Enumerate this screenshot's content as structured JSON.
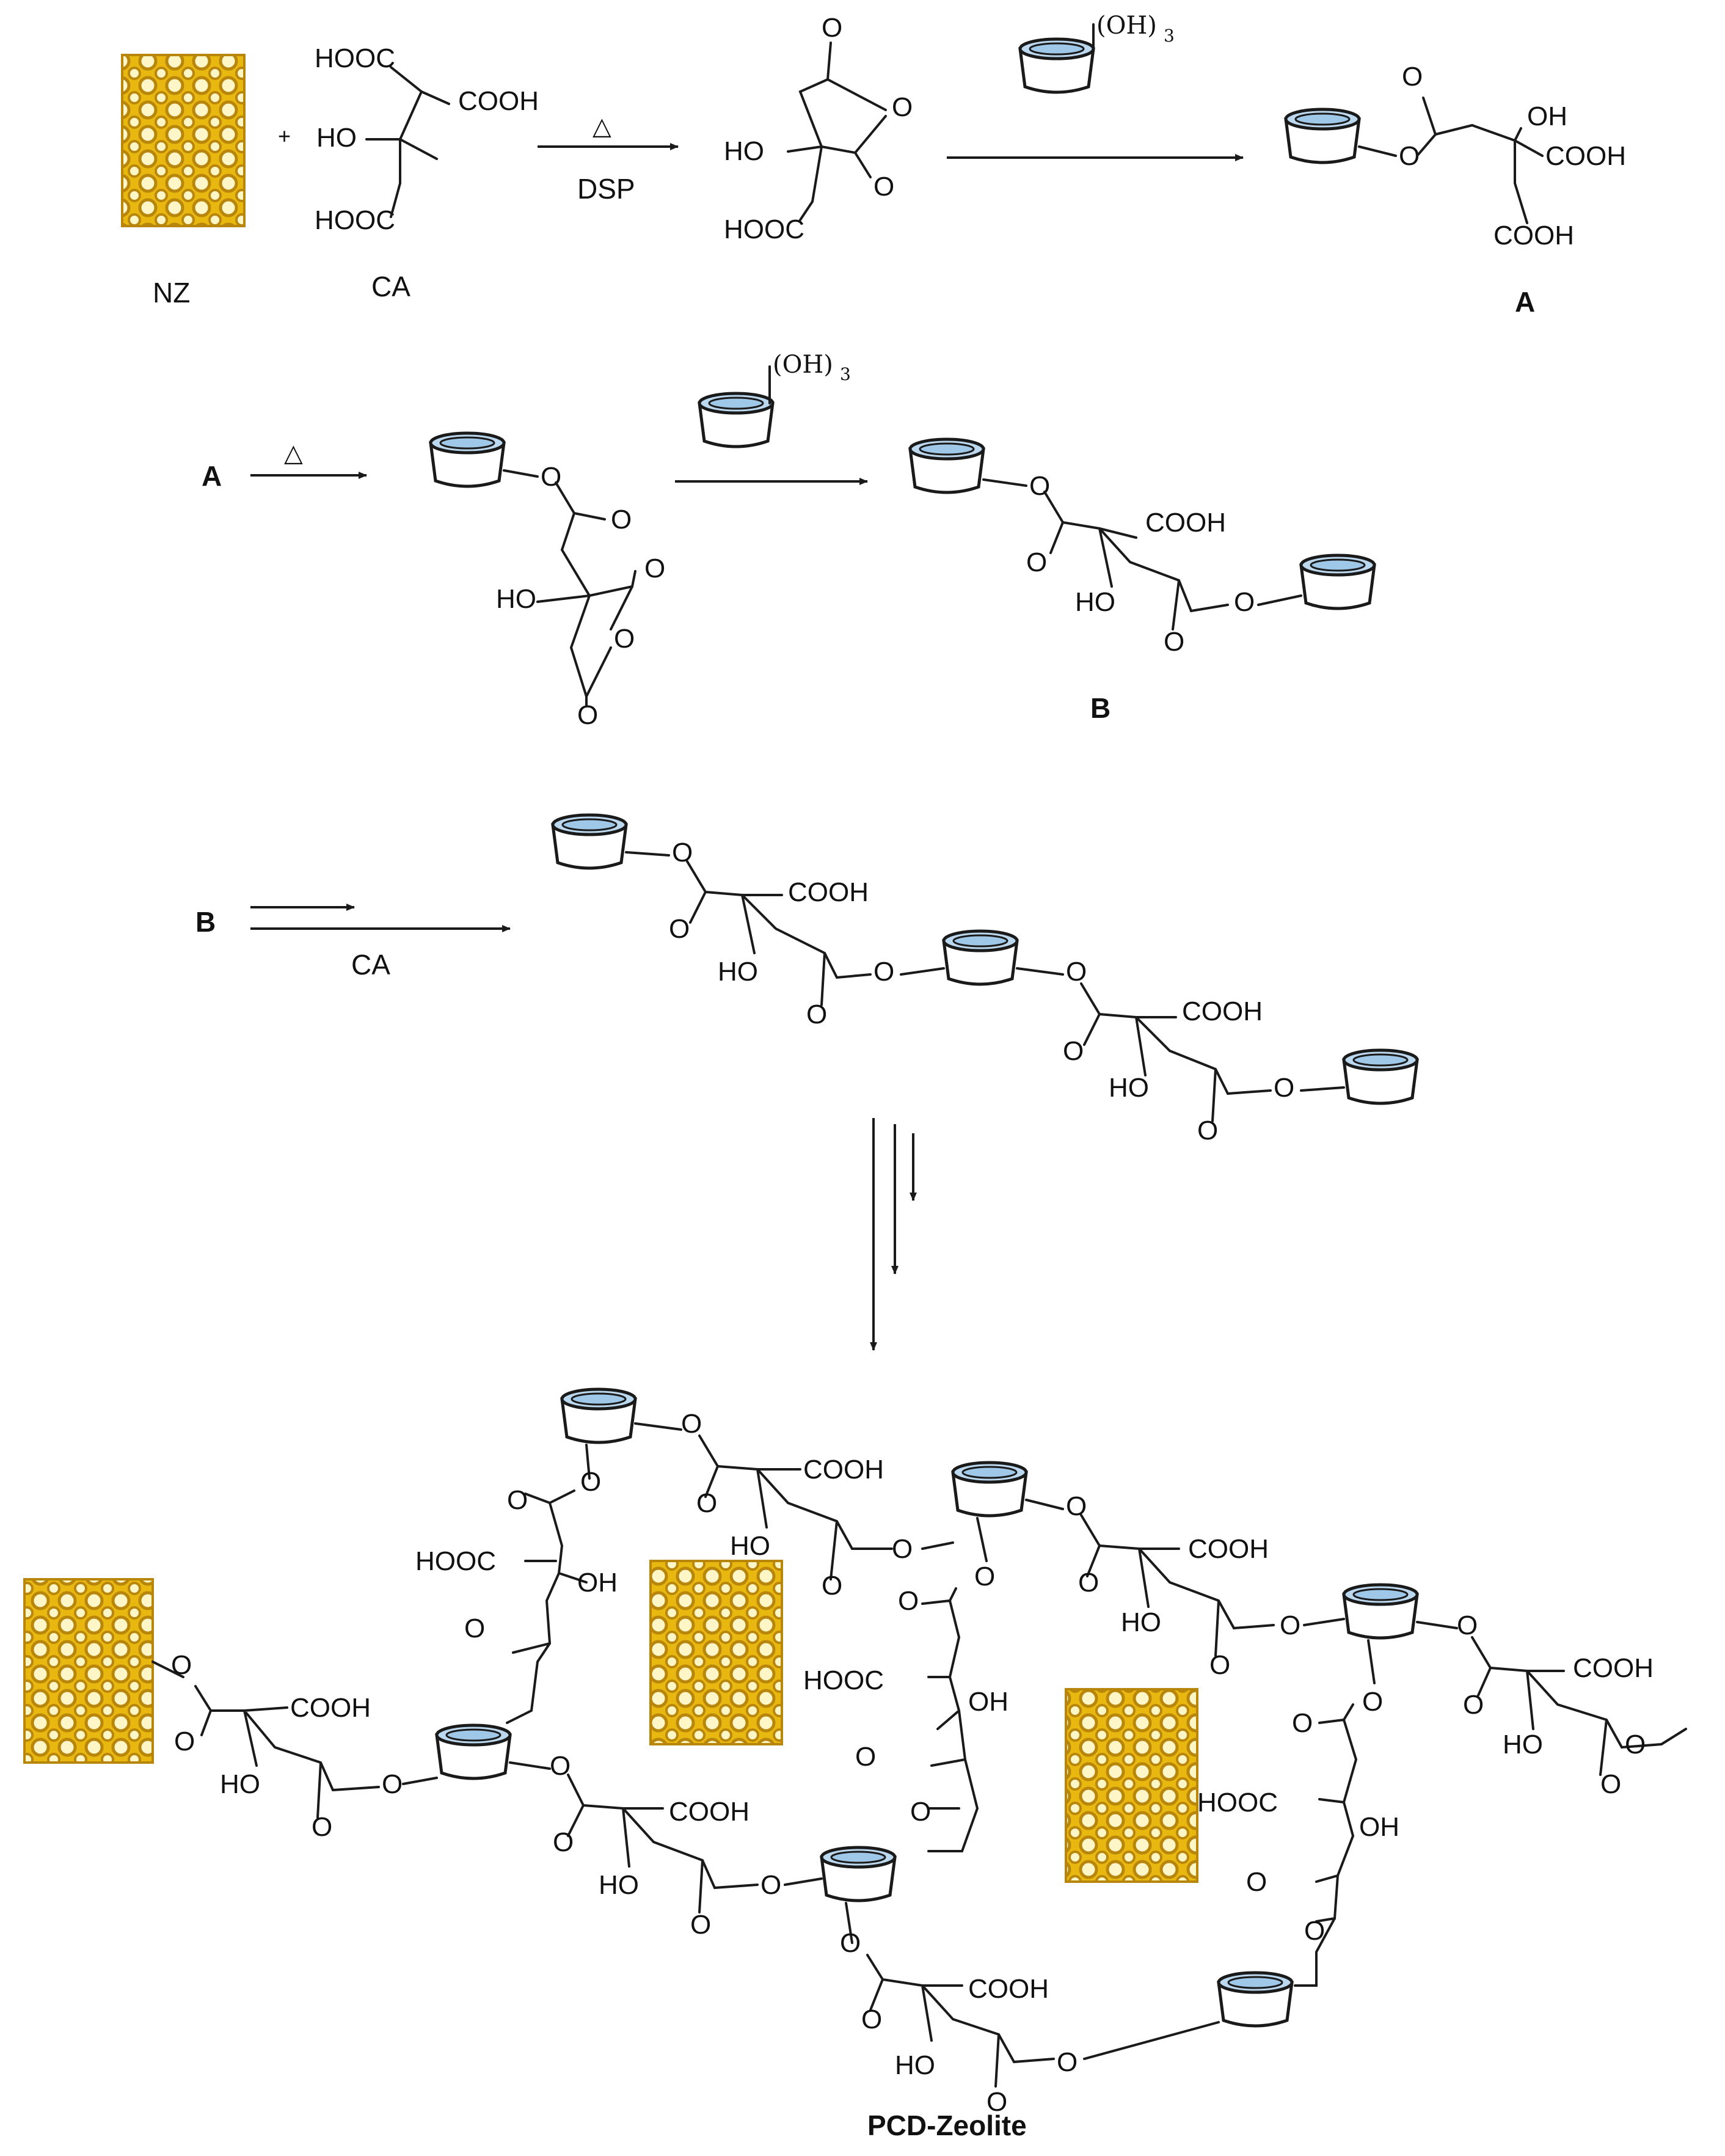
{
  "labels": {
    "nz": "NZ",
    "ca": "CA",
    "dsp": "DSP",
    "heat": "△",
    "oh3": "(OH)",
    "oh3_sub": "3",
    "a": "A",
    "b": "B",
    "ca_reagent": "CA",
    "product": "PCD-Zeolite",
    "plus": "+"
  },
  "groups": {
    "hooc": "HOOC",
    "cooh": "COOH",
    "ho": "HO",
    "oh": "OH",
    "o": "O"
  },
  "colors": {
    "cd_rim": "#bcd8ef",
    "zeolite_dark": "#b8860b",
    "zeolite_light": "#f2c318"
  }
}
